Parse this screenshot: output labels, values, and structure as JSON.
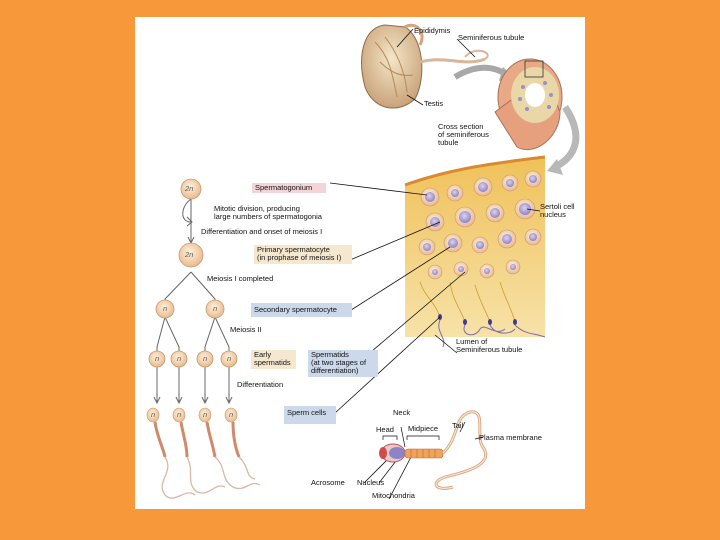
{
  "colors": {
    "background": "#F7993A",
    "panel": "#FFFFFF",
    "label_pink": "#F3D5D8",
    "label_blue": "#CBD9EA",
    "label_tan": "#F6E7CF"
  },
  "labels": {
    "epididymis": "Epididymis",
    "seminiferous_tubule": "Seminiferous tubule",
    "testis": "Testis",
    "cross_section": "Cross section\nof seminiferous\ntubule",
    "spermatogonium": "Spermatogonium",
    "mitotic_division": "Mitotic division, producing\nlarge numbers of spermatogonia",
    "sertoli_cell": "Sertoli cell\nnucleus",
    "differentiation_meiosis1": "Differentiation and onset of meiosis I",
    "primary_spermatocyte": "Primary spermatocyte\n(in prophase of meiosis I)",
    "meiosis1_completed": "Meiosis I completed",
    "secondary_spermatocyte": "Secondary spermatocyte",
    "meiosis2": "Meiosis II",
    "lumen": "Lumen of\nSeminiferous tubule",
    "early_spermatids": "Early\nspermatids",
    "spermatids": "Spermatids\n(at two stages of\ndifferentiation)",
    "differentiation": "Differentiation",
    "sperm_cells": "Sperm cells",
    "neck": "Neck",
    "tail": "Tail",
    "head": "Head",
    "midpiece": "Midpiece",
    "plasma_membrane": "Plasma membrane",
    "acrosome": "Acrosome",
    "nucleus": "Nucleus",
    "mitochondria": "Mitochondria"
  },
  "ploidy": {
    "diploid": "2n",
    "haploid": "n"
  }
}
